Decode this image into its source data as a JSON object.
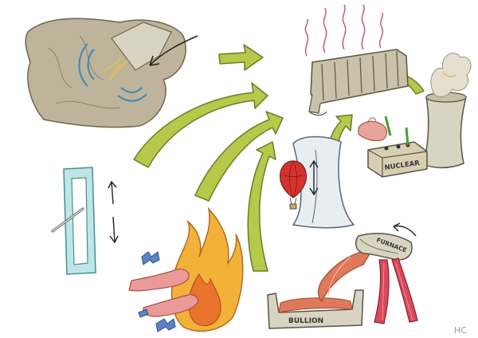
{
  "labels": {
    "nuclear": "NUCLEAR",
    "furnace": "FURNACE",
    "bullion": "BULLION",
    "signature": "HC"
  },
  "colors": {
    "arrow_fill": "#b7c94a",
    "arrow_stroke": "#6f7a2a",
    "bag": "#bdb49b",
    "sound_waves": "#3b8bb5",
    "radiator": "#c9c1a8",
    "heat_waves": "#c45a7a",
    "flame_yellow": "#f2b23a",
    "flame_orange": "#e8742d",
    "molten": "#e0785a",
    "door_frame": "#8fd0d4",
    "balloon": "#d6322d",
    "mountain": "#e7eef2",
    "tower": "#d9d3c1"
  },
  "icons": [
    "bag-icon",
    "sound-waves-icon",
    "radiator-icon",
    "heat-waves-icon",
    "nuclear-box-icon",
    "cooling-tower-icon",
    "door-handle-icon",
    "balloon-icon",
    "fire-icon",
    "hand-icon",
    "bullion-mold-icon",
    "furnace-icon",
    "up-down-arrow-icon"
  ]
}
